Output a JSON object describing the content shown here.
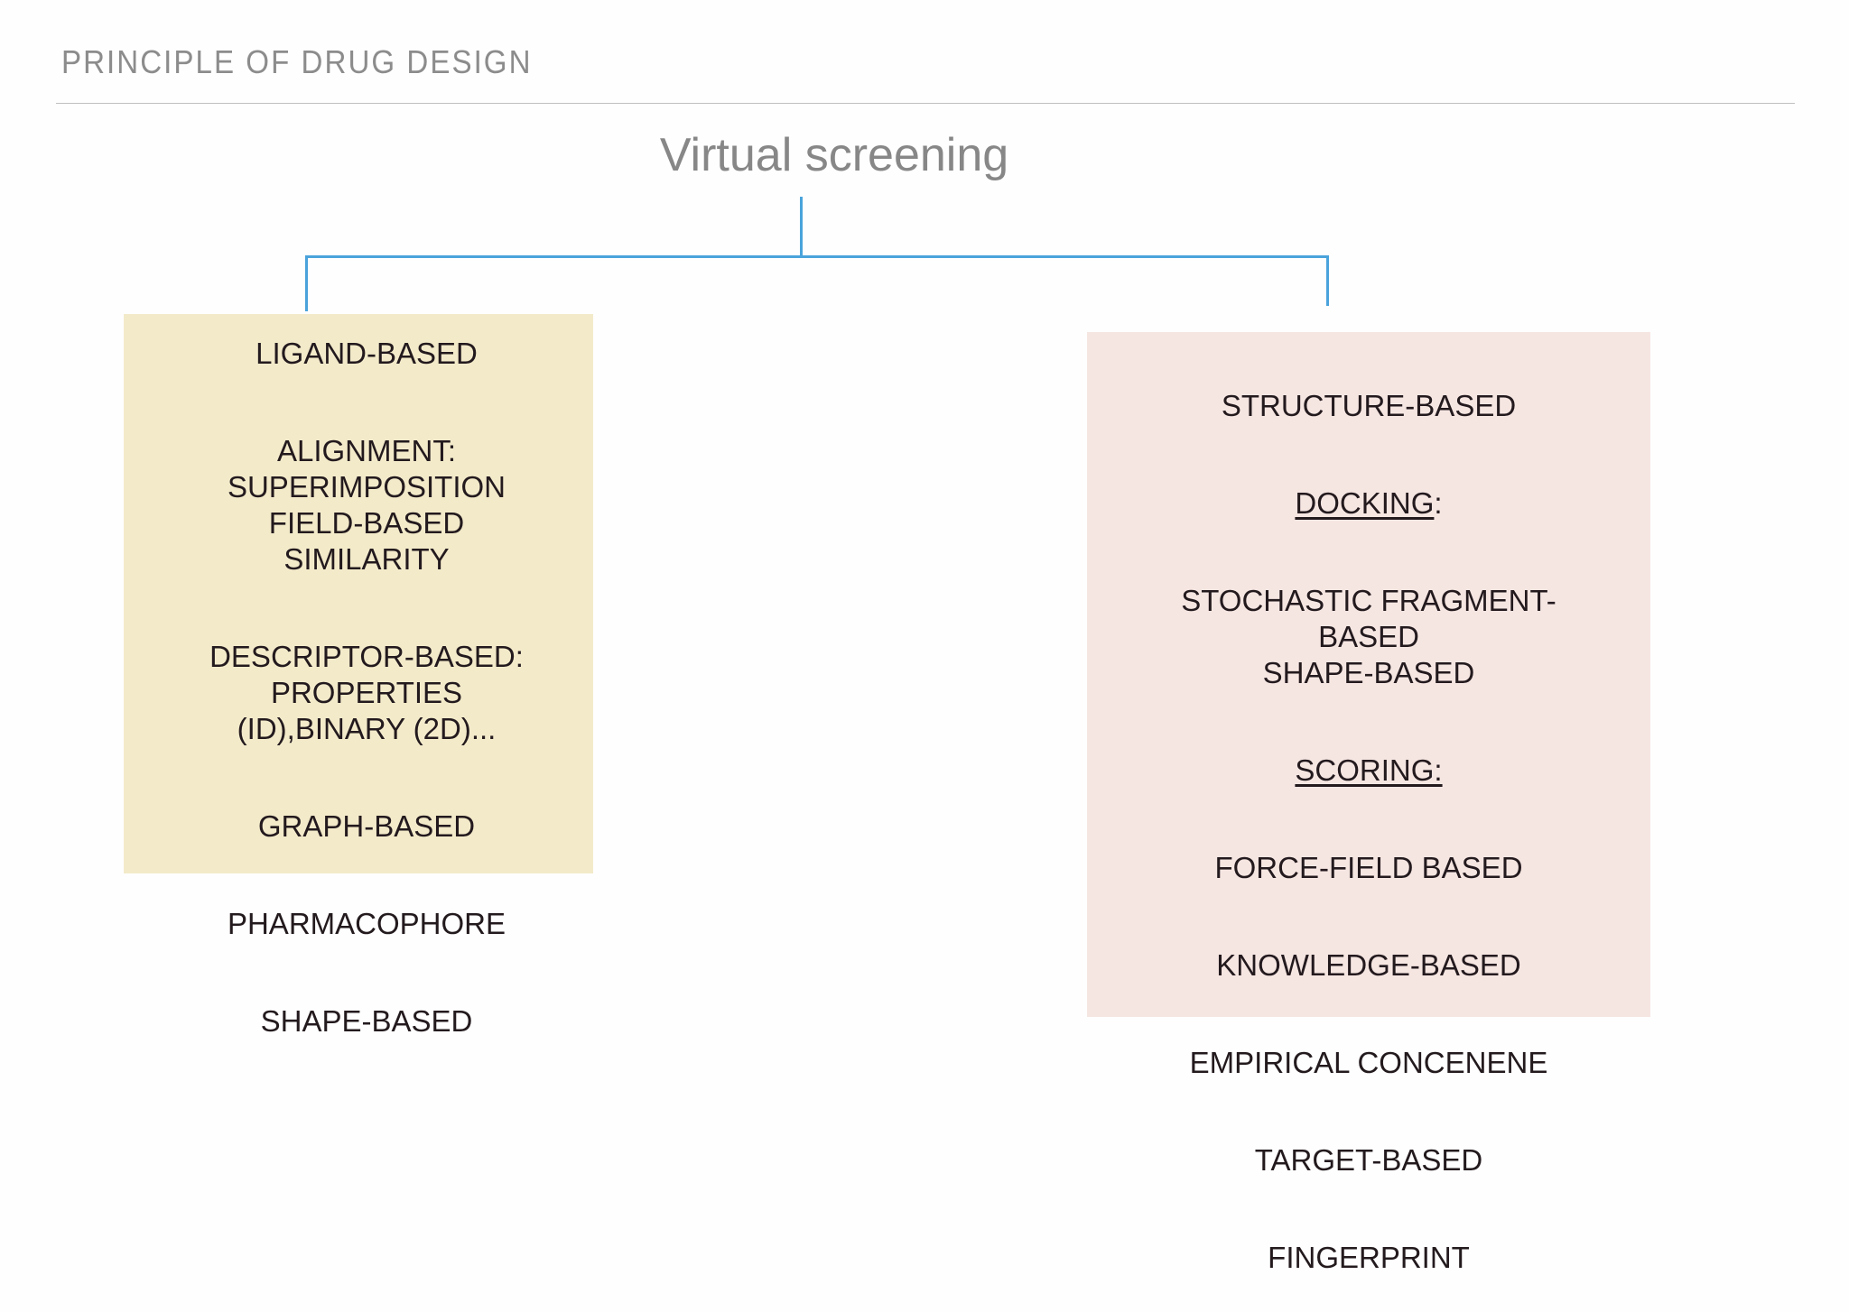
{
  "header": {
    "title": "PRINCIPLE OF DRUG DESIGN"
  },
  "diagram": {
    "root_label": "Virtual screening",
    "connector_color": "#4AA3DB",
    "branches": [
      {
        "id": "ligand-based",
        "box_color": "#F3EACA",
        "heading": "LIGAND-BASED",
        "groups": [
          {
            "label": "ALIGNMENT:",
            "label_underlined": false,
            "items": [
              "SUPERIMPOSITION",
              "FIELD-BASED",
              "SIMILARITY"
            ]
          },
          {
            "label": "DESCRIPTOR-BASED:",
            "label_underlined": false,
            "items": [
              "PROPERTIES",
              "(ID),BINARY (2D)..."
            ]
          },
          {
            "label": "",
            "label_underlined": false,
            "items": [
              "GRAPH-BASED"
            ]
          },
          {
            "label": "",
            "label_underlined": false,
            "items": [
              "PHARMACOPHORE"
            ]
          },
          {
            "label": "",
            "label_underlined": false,
            "items": [
              "SHAPE-BASED"
            ]
          }
        ]
      },
      {
        "id": "structure-based",
        "box_color": "#F6E6E2",
        "heading": "STRUCTURE-BASED",
        "groups": [
          {
            "label": "DOCKING",
            "label_suffix": ":",
            "label_underlined": true,
            "items": [
              "STOCHASTIC FRAGMENT-",
              "BASED",
              "SHAPE-BASED"
            ]
          },
          {
            "label": "SCORING:",
            "label_underlined": true,
            "items": []
          },
          {
            "label": "",
            "label_underlined": false,
            "items": [
              "FORCE-FIELD BASED"
            ]
          },
          {
            "label": "",
            "label_underlined": false,
            "items": [
              "KNOWLEDGE-BASED"
            ]
          },
          {
            "label": "",
            "label_underlined": false,
            "items": [
              "EMPIRICAL CONCENENE"
            ]
          },
          {
            "label": "",
            "label_underlined": false,
            "items": [
              "TARGET-BASED"
            ]
          },
          {
            "label": "",
            "label_underlined": false,
            "items": [
              "FINGERPRINT"
            ]
          }
        ]
      }
    ]
  },
  "left_lines": {
    "heading": "LIGAND-BASED",
    "block1": "ALIGNMENT:\nSUPERIMPOSITION\nFIELD-BASED\nSIMILARITY",
    "block2": "DESCRIPTOR-BASED:\nPROPERTIES\n(ID),BINARY (2D)...",
    "block3": "GRAPH-BASED",
    "block4": "PHARMACOPHORE",
    "block5": "SHAPE-BASED"
  },
  "right_lines": {
    "heading": "STRUCTURE-BASED",
    "docking_label": "DOCKING",
    "docking_colon": ":",
    "block1": "STOCHASTIC FRAGMENT-\nBASED\nSHAPE-BASED",
    "scoring_label": "SCORING:",
    "block2": "FORCE-FIELD BASED",
    "block3": "KNOWLEDGE-BASED",
    "block4": "EMPIRICAL CONCENENE",
    "block5": "TARGET-BASED",
    "block6": "FINGERPRINT"
  }
}
